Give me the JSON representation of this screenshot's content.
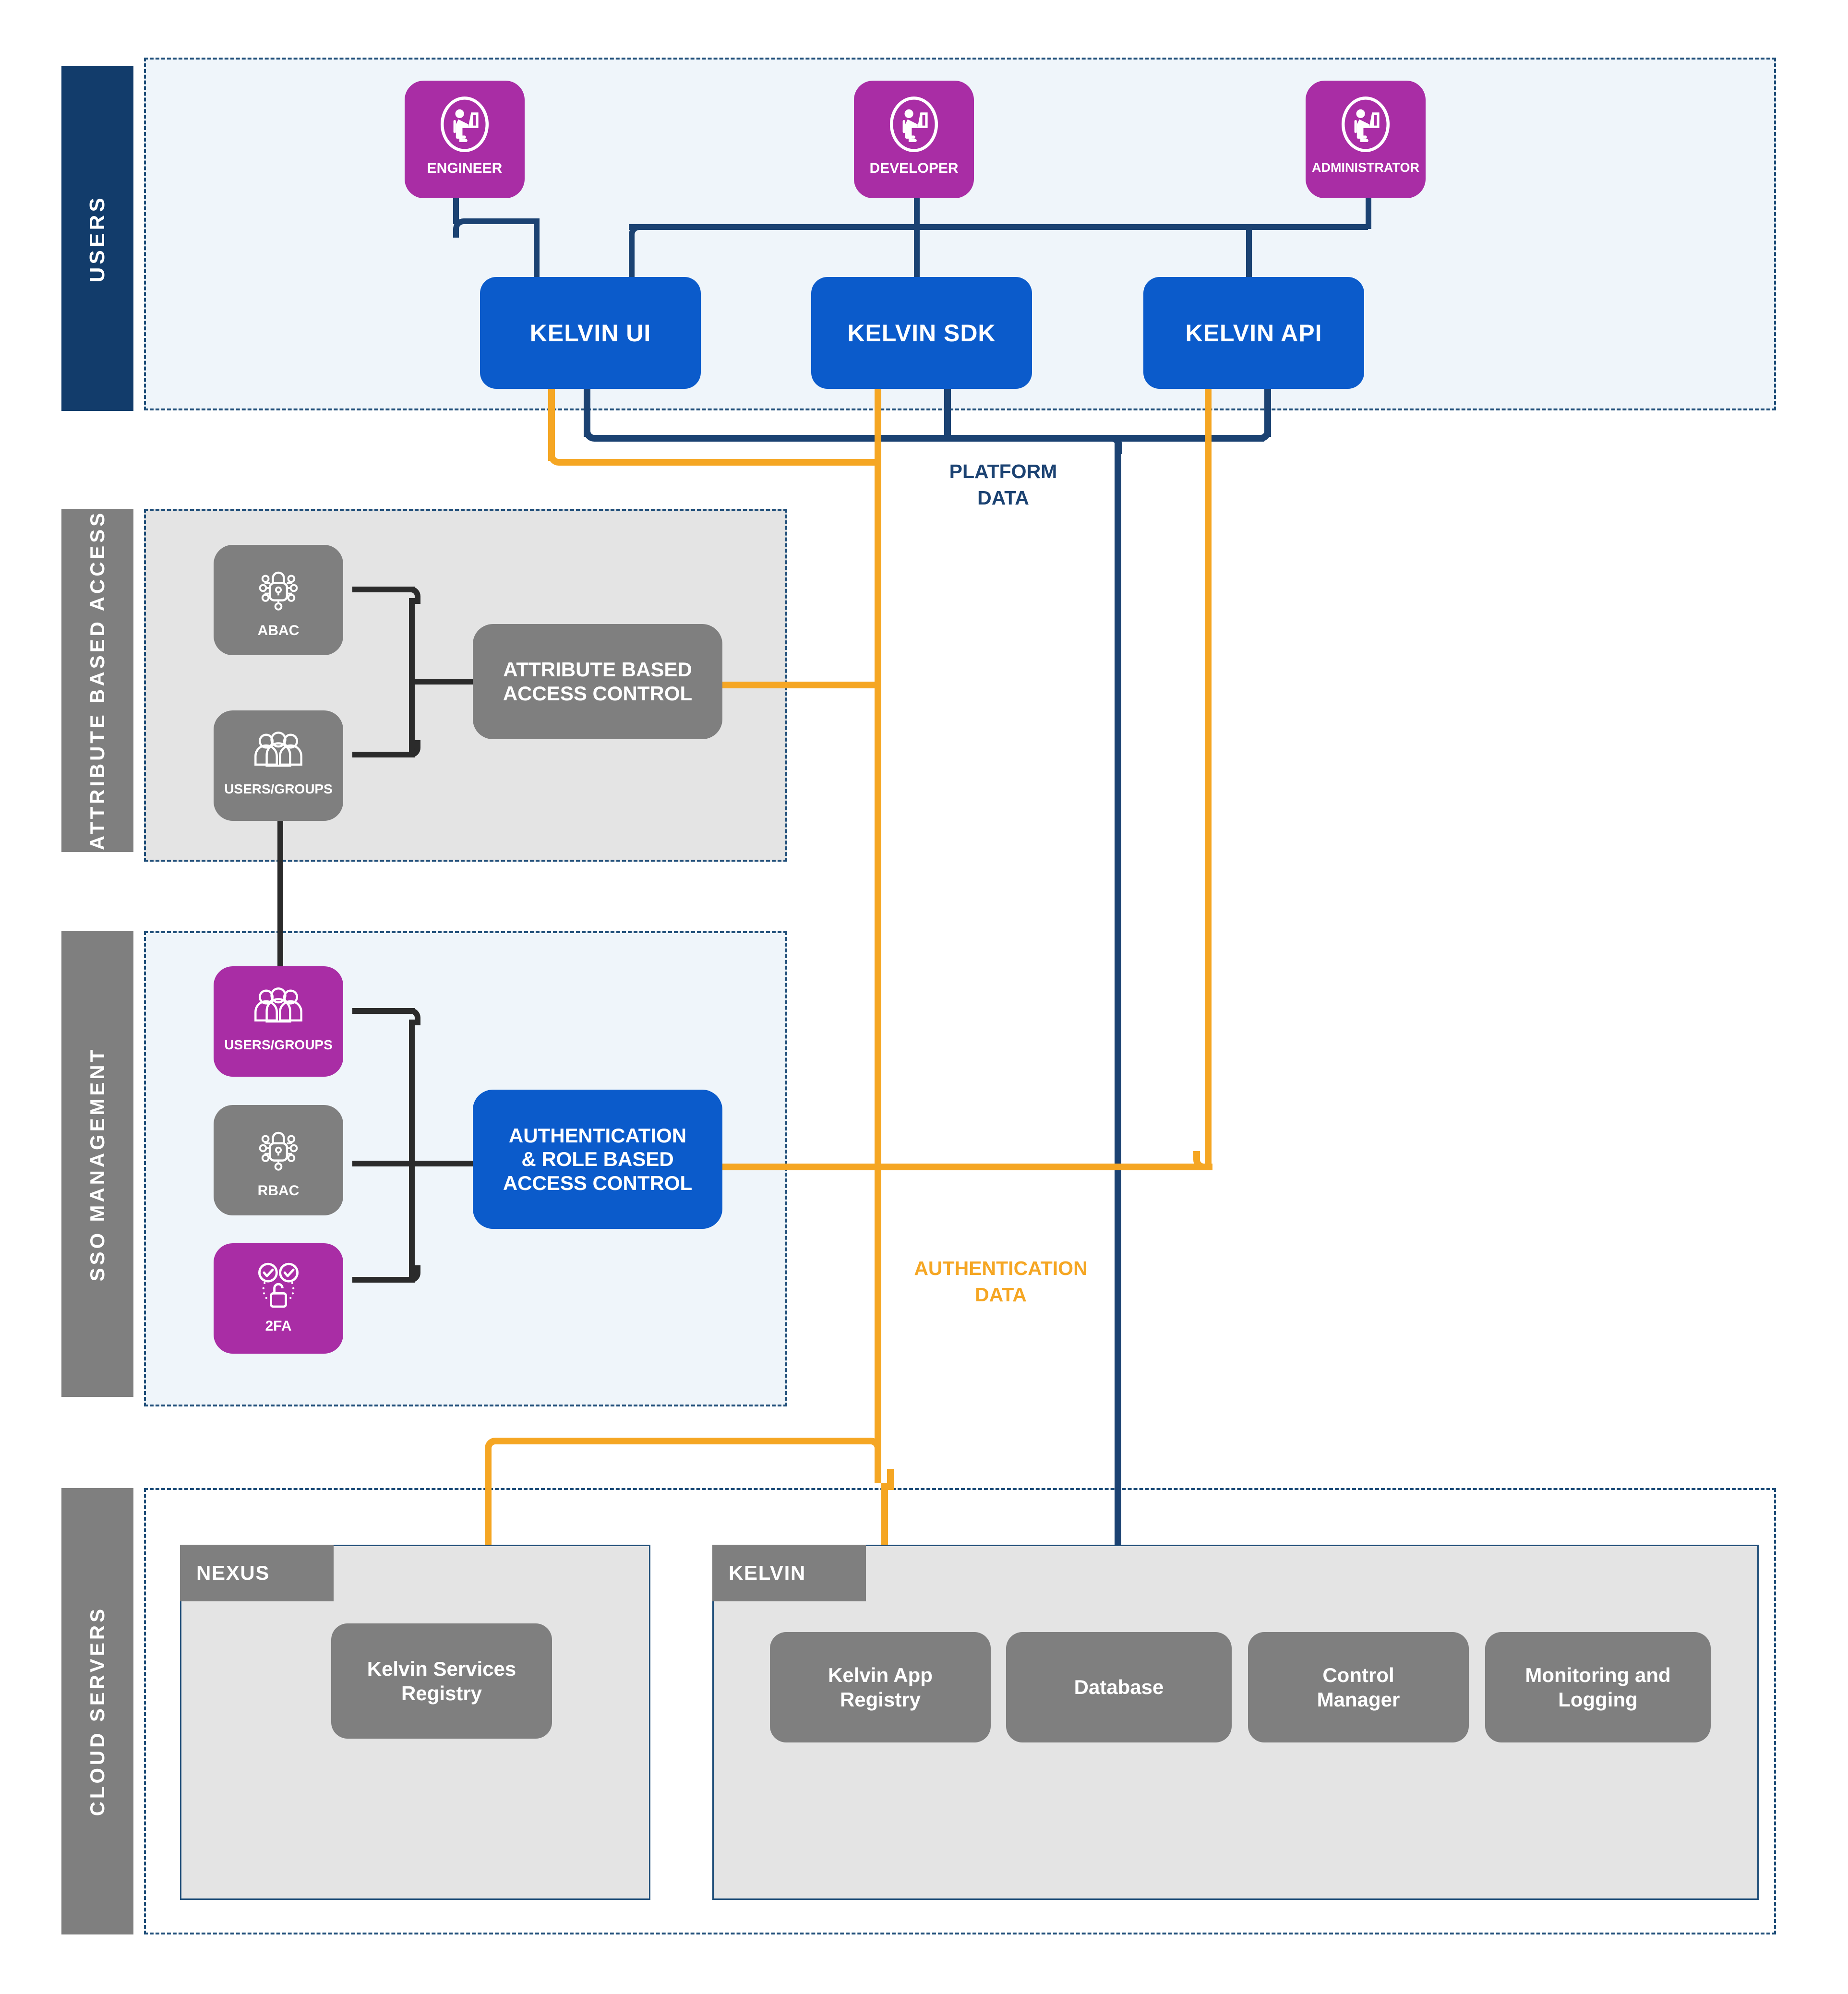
{
  "lanes": [
    {
      "id": "users",
      "label": "USERS",
      "color": "#123C6B"
    },
    {
      "id": "abac",
      "label": "ATTRIBUTE BASED ACCESS",
      "color": "#7F7F7F"
    },
    {
      "id": "sso",
      "label": "SSO MANAGEMENT",
      "color": "#7F7F7F"
    },
    {
      "id": "cloud",
      "label": "CLOUD SERVERS",
      "color": "#7F7F7F"
    }
  ],
  "users": {
    "actors": [
      {
        "label": "ENGINEER",
        "icon": "person-at-desk-icon"
      },
      {
        "label": "DEVELOPER",
        "icon": "person-at-desk-icon"
      },
      {
        "label": "ADMINISTRATOR",
        "icon": "person-at-desk-icon"
      }
    ],
    "interfaces": [
      {
        "label": "KELVIN UI"
      },
      {
        "label": "KELVIN SDK"
      },
      {
        "label": "KELVIN API"
      }
    ]
  },
  "abac": {
    "tiles": [
      {
        "label": "ABAC",
        "icon": "lock-network-icon",
        "color": "#7F7F7F"
      },
      {
        "label": "USERS/GROUPS",
        "icon": "users-group-icon",
        "color": "#7F7F7F"
      }
    ],
    "box": "ATTRIBUTE BASED ACCESS CONTROL",
    "box_line1": "ATTRIBUTE BASED",
    "box_line2": "ACCESS CONTROL"
  },
  "sso": {
    "tiles": [
      {
        "label": "USERS/GROUPS",
        "icon": "users-group-icon",
        "color": "#A92DA5"
      },
      {
        "label": "RBAC",
        "icon": "lock-network-icon",
        "color": "#7F7F7F"
      },
      {
        "label": "2FA",
        "icon": "two-factor-icon",
        "color": "#A92DA5"
      }
    ],
    "box_line1": "AUTHENTICATION",
    "box_line2": "& ROLE BASED",
    "box_line3": "ACCESS CONTROL"
  },
  "cloud": {
    "panels": [
      {
        "title": "NEXUS",
        "nodes": [
          {
            "line1": "Kelvin Services",
            "line2": "Registry"
          }
        ]
      },
      {
        "title": "KELVIN",
        "nodes": [
          {
            "line1": "Kelvin App",
            "line2": "Registry"
          },
          {
            "line1": "Database",
            "line2": ""
          },
          {
            "line1": "Control",
            "line2": "Manager"
          },
          {
            "line1": "Monitoring and",
            "line2": "Logging"
          }
        ]
      }
    ]
  },
  "flows": [
    {
      "id": "platform-data",
      "line1": "PLATFORM",
      "line2": "DATA",
      "color": "#1B4272"
    },
    {
      "id": "authentication-data",
      "line1": "AUTHENTICATION",
      "line2": "DATA",
      "color": "#F5A623"
    }
  ],
  "colors": {
    "navy": "#1B4272",
    "navy_dark": "#123C6B",
    "blue": "#0B5BCB",
    "purple": "#A92DA5",
    "grey": "#7F7F7F",
    "orange": "#F5A623",
    "panel_blue": "#EFF5FA",
    "panel_grey": "#E4E4E4",
    "dark_line": "#2B2B2B"
  }
}
